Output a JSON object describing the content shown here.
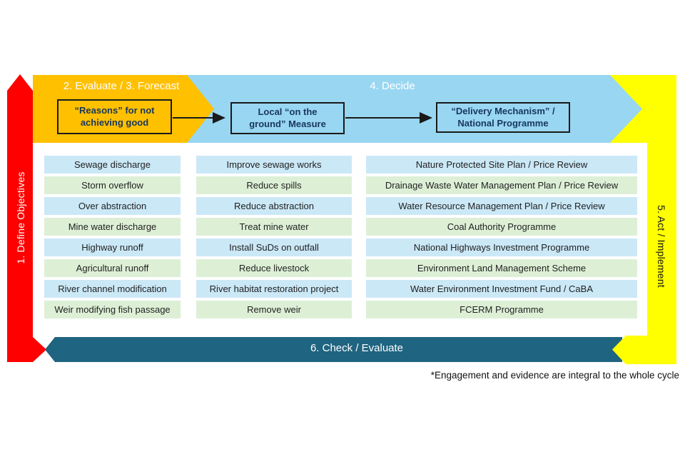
{
  "diagram": {
    "cycle_labels": {
      "step1": "1. Define Objectives",
      "step23": "2. Evaluate / 3. Forecast",
      "step4": "4. Decide",
      "step5": "5. Act / Implement",
      "step6": "6. Check / Evaluate"
    },
    "headers": [
      {
        "lines": [
          "“Reasons” for not",
          "achieving good"
        ]
      },
      {
        "lines": [
          "Local “on the",
          "ground” Measure"
        ]
      },
      {
        "lines": [
          "“Delivery Mechanism” /",
          "National Programme"
        ]
      }
    ],
    "columns": [
      {
        "rows": [
          "Sewage discharge",
          "Storm overflow",
          "Over abstraction",
          "Mine water discharge",
          "Highway runoff",
          "Agricultural runoff",
          "River channel modification",
          "Weir modifying fish passage"
        ]
      },
      {
        "rows": [
          "Improve sewage works",
          "Reduce spills",
          "Reduce abstraction",
          "Treat mine water",
          "Install SuDs on outfall",
          "Reduce livestock",
          "River habitat restoration project",
          "Remove weir"
        ]
      },
      {
        "rows": [
          "Nature Protected Site Plan / Price Review",
          "Drainage Waste Water Management Plan / Price Review",
          "Water Resource Management Plan / Price Review",
          "Coal Authority Programme",
          "National Highways Investment Programme",
          "Environment Land Management Scheme",
          "Water Environment Investment Fund / CaBA",
          "FCERM Programme"
        ]
      }
    ],
    "footnote": "*Engagement and evidence are integral to the whole cycle",
    "colors": {
      "red": "#FF0000",
      "orange": "#FFC000",
      "sky_blue": "#99D6F1",
      "yellow": "#FFFF00",
      "teal": "#1F6480",
      "row_blue": "#CBE8F7",
      "row_green": "#DDF0D6",
      "header_text": "#17375D"
    }
  }
}
